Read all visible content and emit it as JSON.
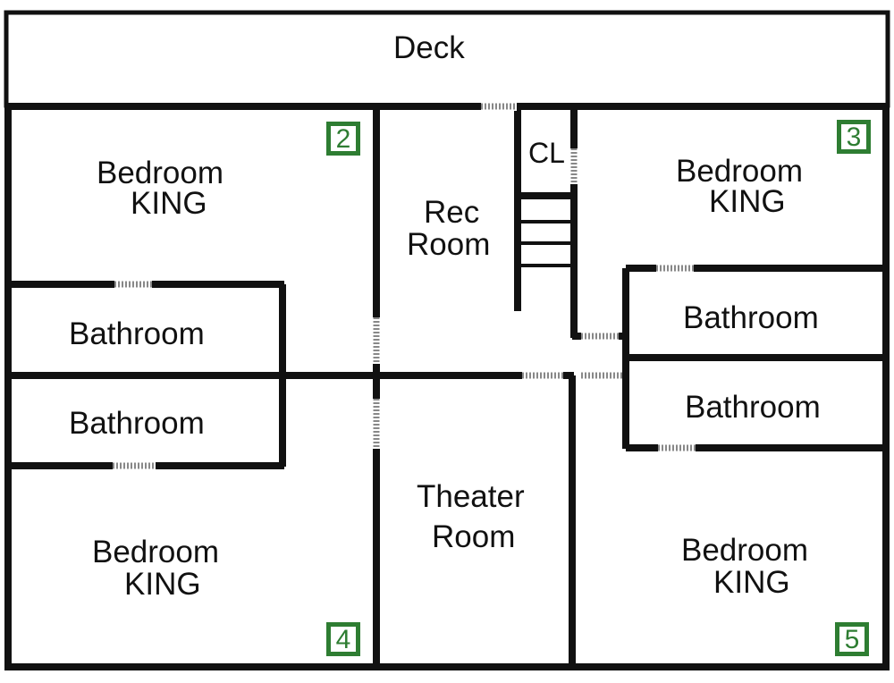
{
  "colors": {
    "wall": "#111111",
    "badge": "#2e7d32",
    "door": "#888888"
  },
  "rooms": {
    "deck": "Deck",
    "bedroom2": {
      "name": "Bedroom",
      "bed": "KING",
      "number": "2"
    },
    "bedroom3": {
      "name": "Bedroom",
      "bed": "KING",
      "number": "3"
    },
    "bedroom4": {
      "name": "Bedroom",
      "bed": "KING",
      "number": "4"
    },
    "bedroom5": {
      "name": "Bedroom",
      "bed": "KING",
      "number": "5"
    },
    "rec_room": {
      "line1": "Rec",
      "line2": "Room"
    },
    "closet": "CL",
    "theater_room": {
      "line1": "Theater",
      "line2": "Room"
    },
    "bathroom_left_upper": "Bathroom",
    "bathroom_left_lower": "Bathroom",
    "bathroom_right_upper": "Bathroom",
    "bathroom_right_lower": "Bathroom"
  }
}
